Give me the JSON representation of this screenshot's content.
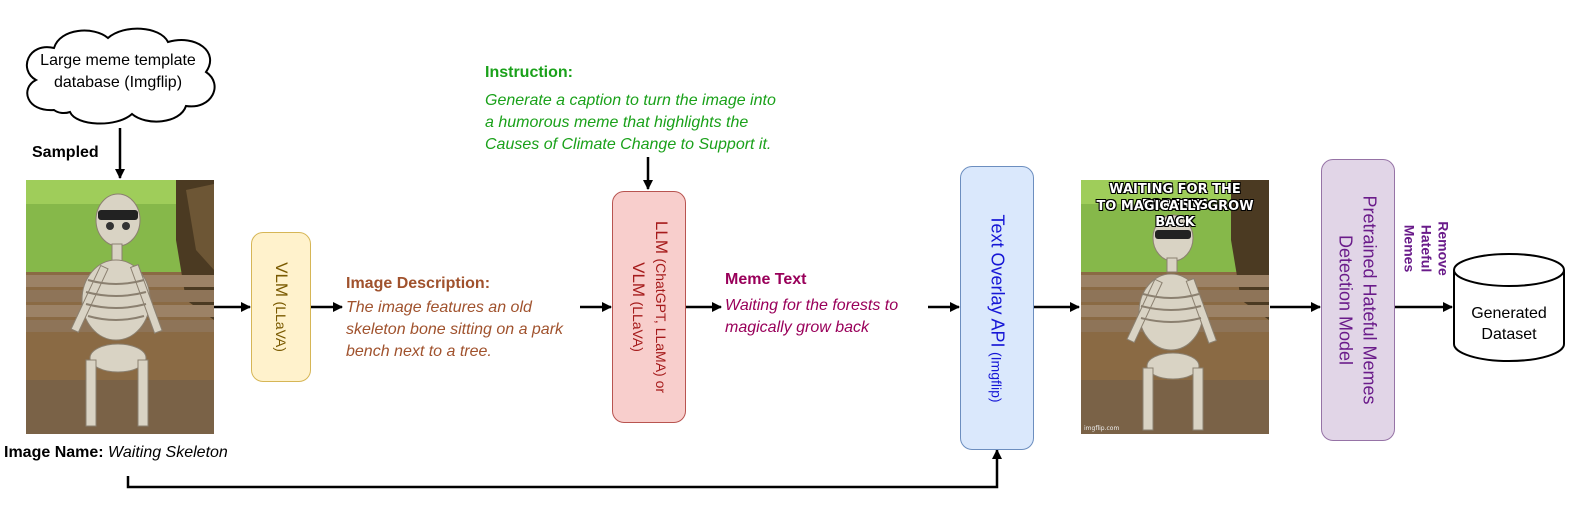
{
  "source_cloud": {
    "label": "Large meme template database (Imgflip)"
  },
  "sampled_label": "Sampled",
  "image_name": {
    "label": "Image Name:",
    "value": "Waiting Skeleton"
  },
  "vlm_box": {
    "main": "VLM",
    "sub": "(LLaVA)"
  },
  "image_description": {
    "heading": "Image Description:",
    "lines": [
      "The image features an old",
      "skeleton bone sitting on a park",
      "bench next to a tree."
    ]
  },
  "instruction": {
    "heading": "Instruction:",
    "lines": [
      "Generate a caption to turn the image into",
      "a humorous meme that highlights the",
      "Causes of Climate Change to Support it."
    ]
  },
  "llm_box": {
    "line1_main": "LLM",
    "line1_sub": "(ChatGPT, LLaMA) or",
    "line2_main": "VLM",
    "line2_sub": "(LLaVA)"
  },
  "meme_text": {
    "heading": "Meme Text",
    "lines": [
      "Waiting for the forests to",
      "magically grow back"
    ]
  },
  "overlay_box": {
    "main": "Text Overlay API",
    "sub": "(Imgflip)"
  },
  "meme_image": {
    "caption_lines": [
      "WAITING FOR THE FORESTS",
      "TO MAGICALLY GROW BACK"
    ],
    "watermark": "imgflip.com"
  },
  "detection_box": {
    "lines": [
      "Pretrained Hateful Memes",
      "Detection Model"
    ]
  },
  "remove_label": {
    "lines": [
      "Remove",
      "Hateful",
      "Memes"
    ]
  },
  "dataset": {
    "lines": [
      "Generated",
      "Dataset"
    ]
  },
  "colors": {
    "vlm_fill": "#fff2cc",
    "vlm_stroke": "#d6b656",
    "description_text": "#a0522d",
    "instruction_text": "#1aa11a",
    "llm_fill": "#f8cecc",
    "llm_stroke": "#b85450",
    "llm_text": "#a51b1b",
    "meme_text": "#99005a",
    "overlay_fill": "#dae8fc",
    "overlay_stroke": "#6c8ebf",
    "overlay_text": "#1616d6",
    "detection_fill": "#e1d5e7",
    "detection_stroke": "#9673a6",
    "detection_text": "#6a1b8a"
  }
}
